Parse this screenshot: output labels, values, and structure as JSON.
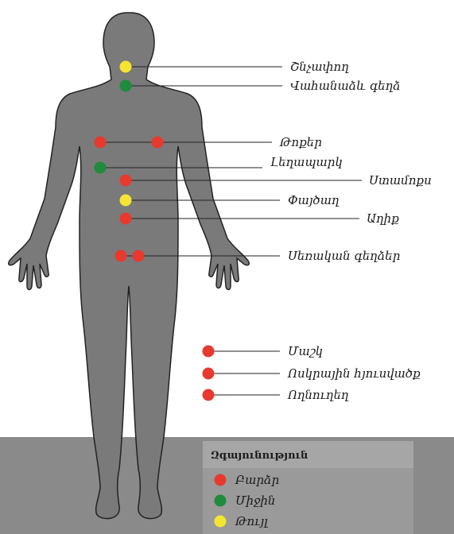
{
  "colors": {
    "high": "#e8392f",
    "medium": "#1f8b3d",
    "low": "#f3e532",
    "body": "#7a7a7a",
    "floor": "#8a8a8a",
    "legend_panel": "#9a9a9a",
    "legend_header": "#a6a6a6"
  },
  "organs": [
    {
      "label": "Շնչափող",
      "level": "low"
    },
    {
      "label": "Վահանաձև գեղձ",
      "level": "medium"
    },
    {
      "label": "Թոքեր",
      "level": "high"
    },
    {
      "label": "Լեղապարկ",
      "level": "medium"
    },
    {
      "label": "Ստամոքս",
      "level": "high"
    },
    {
      "label": "Փայծաղ",
      "level": "low"
    },
    {
      "label": "Աղիք",
      "level": "high"
    },
    {
      "label": "Սեռական գեղձեր",
      "level": "high"
    },
    {
      "label": "Մաշկ",
      "level": "high"
    },
    {
      "label": "Ոսկրային հյուսվածք",
      "level": "high"
    },
    {
      "label": "Ողնուղեղ",
      "level": "high"
    }
  ],
  "legend": {
    "title": "Զգայունություն",
    "items": [
      {
        "label": "Բարձր",
        "level": "high"
      },
      {
        "label": "Միջին",
        "level": "medium"
      },
      {
        "label": "Թույլ",
        "level": "low"
      }
    ]
  }
}
